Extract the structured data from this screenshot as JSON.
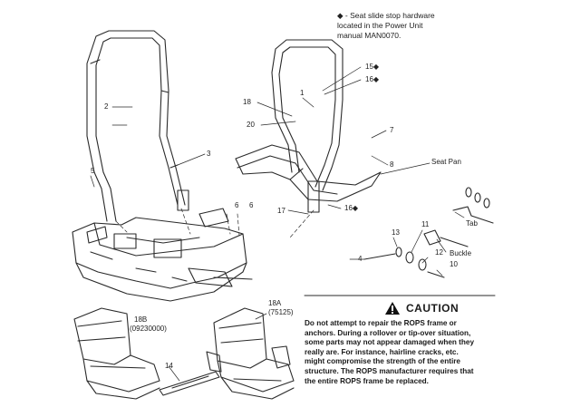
{
  "note": {
    "marker": "◆",
    "text_line1": " - Seat slide stop hardware",
    "text_line2": "located in the Power Unit",
    "text_line3": "manual MAN0070."
  },
  "callouts": {
    "c1": "1",
    "c2": "2",
    "c3": "3",
    "c4": "4",
    "c5": "5",
    "c6a": "6",
    "c6b": "6",
    "c7": "7",
    "c8": "8",
    "c10": "10",
    "c11": "11",
    "c12": "12",
    "c13": "13",
    "c14": "14",
    "c15": "15◆",
    "c16a": "16◆",
    "c16b": "16◆",
    "c17": "17",
    "c18": "18",
    "c18a": "18A",
    "c18a_pn": "(75125)",
    "c18b": "18B",
    "c18b_pn": "(09230000)",
    "c20": "20",
    "seat_pan": "Seat Pan",
    "tab": "Tab",
    "buckle": "Buckle"
  },
  "caution": {
    "title": "CAUTION",
    "lines": [
      "Do not attempt to repair the ROPS frame or",
      "anchors. During a rollover or tip-over situation,",
      "some parts may not appear damaged when they",
      "really are. For instance, hairline cracks, etc.",
      "might compromise the strength of the entire",
      "structure. The ROPS manufacturer requires that",
      "the entire ROPS frame be replaced."
    ]
  }
}
